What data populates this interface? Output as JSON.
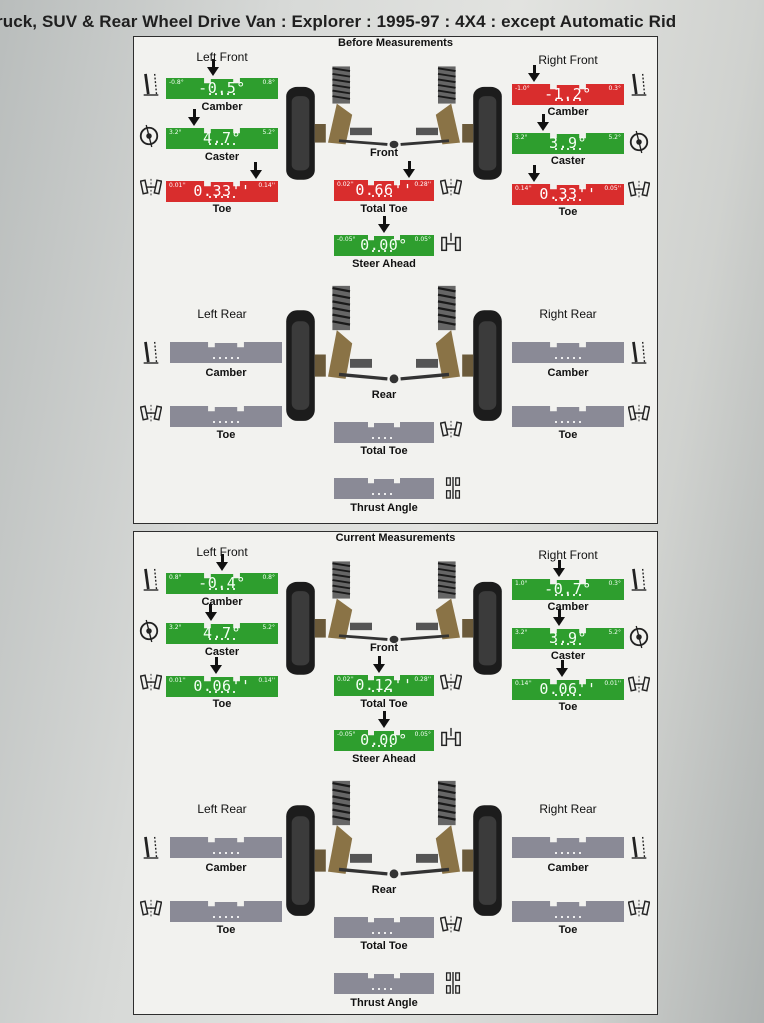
{
  "doc_header": "ruck, SUV & Rear Wheel Drive Van : Explorer : 1995-97 : 4X4 : except Automatic Rid",
  "colors": {
    "in_spec": "#2e9e2e",
    "out_of_spec": "#d92d2d",
    "no_reading": "#8a8a96"
  },
  "icons": [
    "camber-icon",
    "caster-icon",
    "toe-icon",
    "steer-ahead-icon",
    "thrust-angle-icon"
  ],
  "before": {
    "title": "Before Measurements",
    "front_label": "Front",
    "rear_label": "Rear",
    "left_front": {
      "title": "Left Front",
      "camber": {
        "label": "Camber",
        "value": "-0.5°",
        "min": "-0.8°",
        "max": "0.8°",
        "status": "in_spec",
        "pos": 0.42
      },
      "caster": {
        "label": "Caster",
        "value": "4.7°",
        "min": "3.2°",
        "max": "5.2°",
        "status": "in_spec",
        "pos": 0.25
      },
      "toe": {
        "label": "Toe",
        "value": "0.33''",
        "min": "0.01''",
        "max": "0.14''",
        "status": "out_of_spec",
        "pos": 0.8
      }
    },
    "right_front": {
      "title": "Right Front",
      "camber": {
        "label": "Camber",
        "value": "-1.2°",
        "min": "-1.0°",
        "max": "0.3°",
        "status": "out_of_spec",
        "pos": 0.2
      },
      "caster": {
        "label": "Caster",
        "value": "3.9°",
        "min": "3.2°",
        "max": "5.2°",
        "status": "in_spec",
        "pos": 0.28
      },
      "toe": {
        "label": "Toe",
        "value": "0.33''",
        "min": "0.14''",
        "max": "0.05''",
        "status": "out_of_spec",
        "pos": 0.2
      }
    },
    "total_toe": {
      "label": "Total Toe",
      "value": "0.66''",
      "min": "0.02''",
      "max": "0.28''",
      "status": "out_of_spec",
      "pos": 0.75
    },
    "steer_ahead": {
      "label": "Steer Ahead",
      "value": "0.00°",
      "min": "-0.05°",
      "max": "0.05°",
      "status": "in_spec",
      "pos": 0.5
    },
    "left_rear": {
      "title": "Left Rear",
      "camber": {
        "label": "Camber"
      },
      "toe": {
        "label": "Toe"
      }
    },
    "right_rear": {
      "title": "Right Rear",
      "camber": {
        "label": "Camber"
      },
      "toe": {
        "label": "Toe"
      }
    },
    "rear_total_toe": {
      "label": "Total Toe"
    },
    "thrust_angle": {
      "label": "Thrust Angle"
    }
  },
  "current": {
    "title": "Current Measurements",
    "front_label": "Front",
    "rear_label": "Rear",
    "left_front": {
      "title": "Left Front",
      "camber": {
        "label": "Camber",
        "value": "-0.4°",
        "min": "0.8°",
        "max": "0.8°",
        "status": "in_spec",
        "pos": 0.5
      },
      "caster": {
        "label": "Caster",
        "value": "4.7°",
        "min": "3.2°",
        "max": "5.2°",
        "status": "in_spec",
        "pos": 0.4
      },
      "toe": {
        "label": "Toe",
        "value": "0.06''",
        "min": "0.01''",
        "max": "0.14''",
        "status": "in_spec",
        "pos": 0.45
      }
    },
    "right_front": {
      "title": "Right Front",
      "camber": {
        "label": "Camber",
        "value": "-0.7°",
        "min": "1.0°",
        "max": "0.3°",
        "status": "in_spec",
        "pos": 0.42
      },
      "caster": {
        "label": "Caster",
        "value": "3.9°",
        "min": "3.2°",
        "max": "5.2°",
        "status": "in_spec",
        "pos": 0.42
      },
      "toe": {
        "label": "Toe",
        "value": "0.06''",
        "min": "0.14''",
        "max": "0.01''",
        "status": "in_spec",
        "pos": 0.45
      }
    },
    "total_toe": {
      "label": "Total Toe",
      "value": "0.12''",
      "min": "0.02''",
      "max": "0.28''",
      "status": "in_spec",
      "pos": 0.45
    },
    "steer_ahead": {
      "label": "Steer Ahead",
      "value": "0.00°",
      "min": "-0.05°",
      "max": "0.05°",
      "status": "in_spec",
      "pos": 0.5
    },
    "left_rear": {
      "title": "Left Rear",
      "camber": {
        "label": "Camber"
      },
      "toe": {
        "label": "Toe"
      }
    },
    "right_rear": {
      "title": "Right Rear",
      "camber": {
        "label": "Camber"
      },
      "toe": {
        "label": "Toe"
      }
    },
    "rear_total_toe": {
      "label": "Total Toe"
    },
    "thrust_angle": {
      "label": "Thrust Angle"
    }
  }
}
